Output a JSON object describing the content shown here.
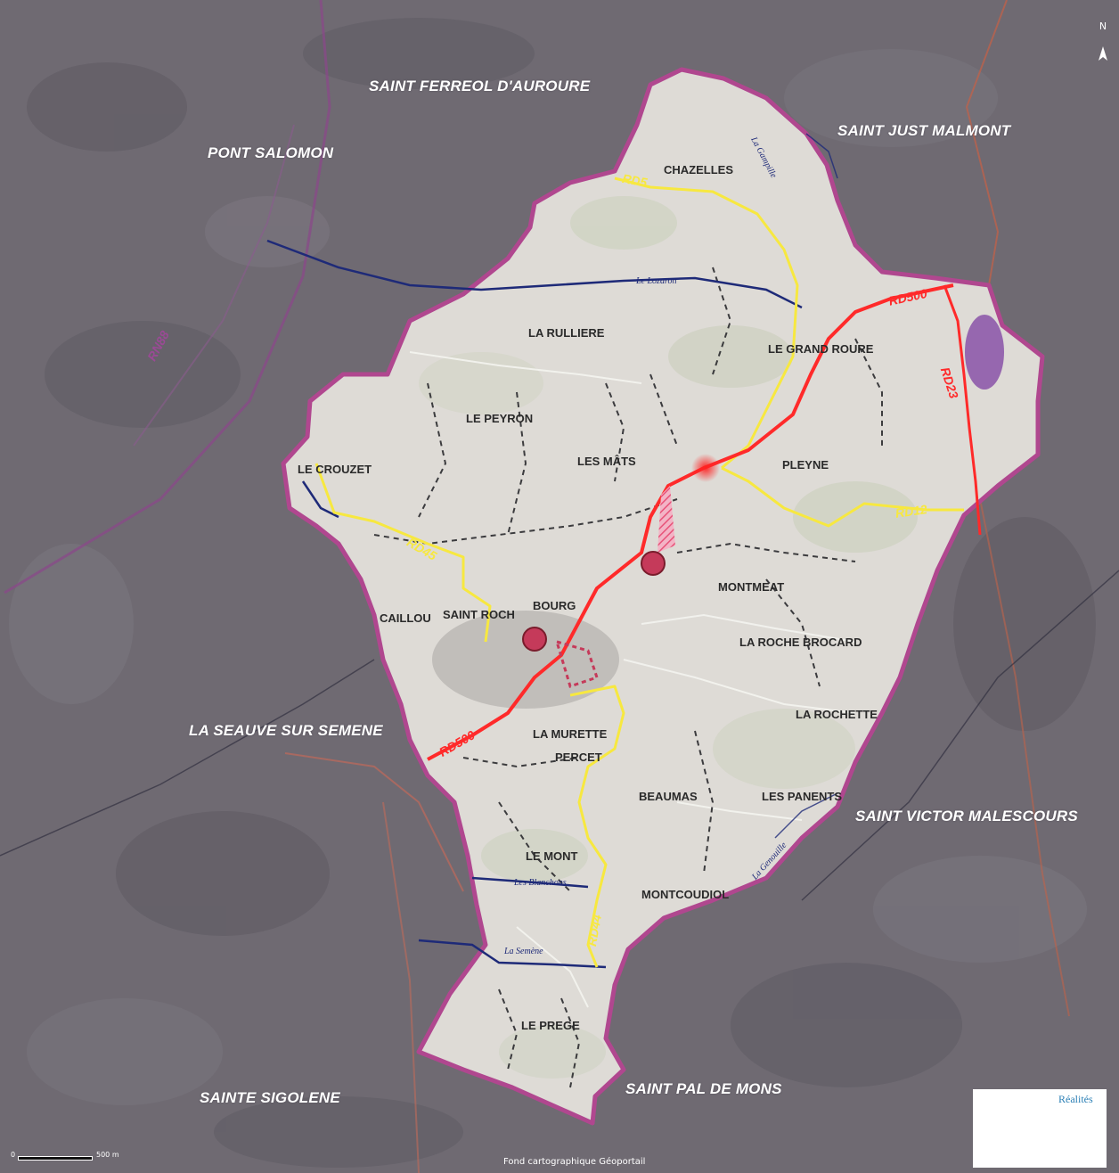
{
  "map": {
    "communes": [
      "SAINT FERREOL D'AUROURE",
      "SAINT JUST MALMONT",
      "PONT SALOMON",
      "LA SEAUVE SUR SEMENE",
      "SAINT VICTOR MALESCOURS",
      "SAINTE SIGOLENE",
      "SAINT PAL DE MONS"
    ],
    "localities": [
      "CHAZELLES",
      "LA RULLIERE",
      "LE GRAND ROURE",
      "LE PEYRON",
      "LES MÂTS",
      "PLEYNE",
      "LE CROUZET",
      "MONTMEAT",
      "BOURG",
      "SAINT ROCH",
      "CAILLOU",
      "LA ROCHE BROCARD",
      "LA ROCHETTE",
      "LA MURETTE",
      "PERCET",
      "BEAUMAS",
      "LES PANENTS",
      "LE MONT",
      "MONTCOUDIOL",
      "LE PREGE"
    ],
    "rivers": [
      "La Gampille",
      "Le Lozaron",
      "Les Blanchons",
      "La Semène",
      "La Genouille"
    ],
    "roads": [
      "RD500",
      "RD23",
      "RD5",
      "RD12",
      "RD45",
      "RN88",
      "RD500",
      "RD44"
    ],
    "north_label": "N",
    "scale": {
      "zero": "0",
      "distance": "500 m"
    },
    "credit": "Fond cartographique Géoportail",
    "logo_text": "Réalités",
    "colors": {
      "commune_boundary": "#b0478f",
      "territory": "#dedbd6",
      "road_red": "#ff2a2a",
      "road_yellow": "#f7e840",
      "river": "#1e2a78",
      "background": "#6f6a72",
      "wetland": "#8a52a8"
    }
  }
}
